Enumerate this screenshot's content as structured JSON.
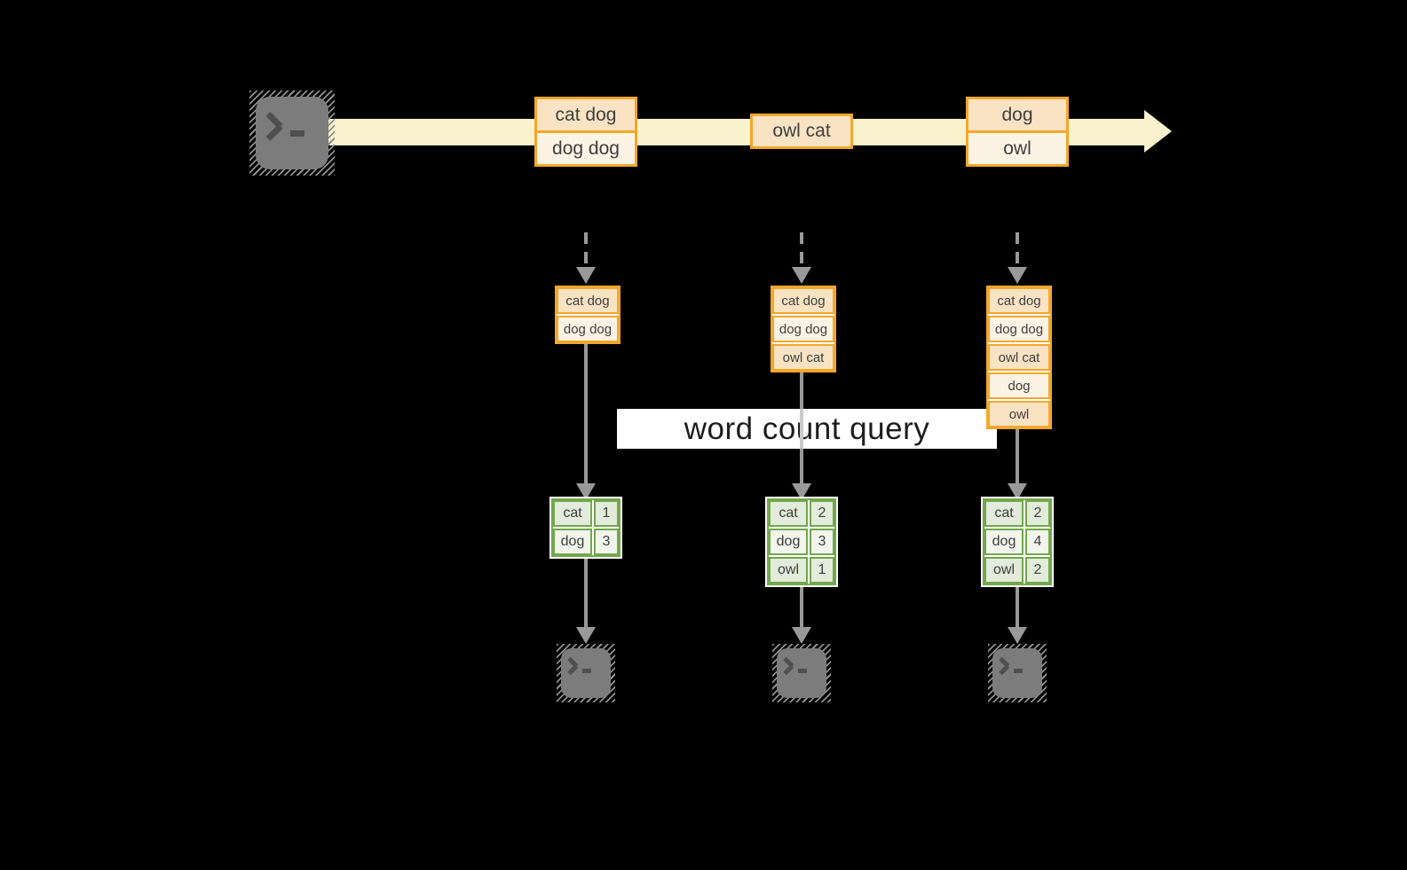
{
  "query_label": "word count query",
  "timeline": {
    "source_icon": "terminal",
    "events": [
      {
        "lines": [
          "cat dog",
          "dog dog"
        ]
      },
      {
        "lines": [
          "owl cat"
        ]
      },
      {
        "lines": [
          "dog",
          "owl"
        ]
      }
    ]
  },
  "columns": [
    {
      "buffer": [
        "cat dog",
        "dog dog"
      ],
      "counts": [
        {
          "word": "cat",
          "count": "1"
        },
        {
          "word": "dog",
          "count": "3"
        }
      ],
      "sink_icon": "terminal"
    },
    {
      "buffer": [
        "cat dog",
        "dog dog",
        "owl cat"
      ],
      "counts": [
        {
          "word": "cat",
          "count": "2"
        },
        {
          "word": "dog",
          "count": "3"
        },
        {
          "word": "owl",
          "count": "1"
        }
      ],
      "sink_icon": "terminal"
    },
    {
      "buffer": [
        "cat dog",
        "dog dog",
        "owl cat",
        "dog",
        "owl"
      ],
      "counts": [
        {
          "word": "cat",
          "count": "2"
        },
        {
          "word": "dog",
          "count": "4"
        },
        {
          "word": "owl",
          "count": "2"
        }
      ],
      "sink_icon": "terminal"
    }
  ],
  "colors": {
    "band": "#FAF1CD",
    "gold": "#F3A72B",
    "peachDark": "#FAE3C3",
    "peachLight": "#FDF3E4",
    "green": "#73A74E",
    "greenDark": "#E3EBDA",
    "greenLight": "#F1F5EC",
    "arrow": "#999999",
    "hatch": "#8E8E8E",
    "termBox": "#7C7C7C",
    "glyph": "#4F4F4F",
    "text": "#3E3E3E",
    "bannerText": "#1D1D1D"
  }
}
